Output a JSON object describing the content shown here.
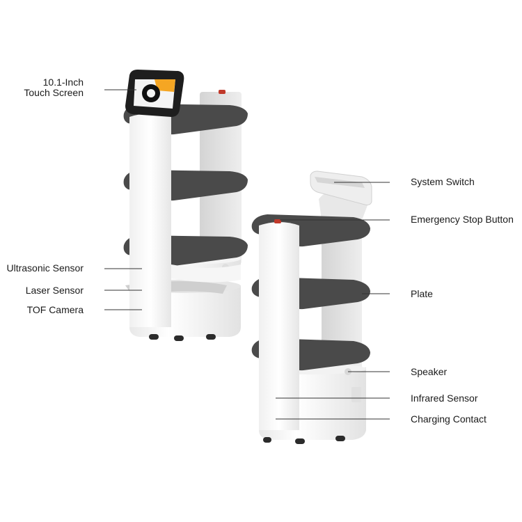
{
  "labels": {
    "touch_screen": [
      "10.1-Inch",
      "Touch Screen"
    ],
    "ultrasonic_sensor": "Ultrasonic Sensor",
    "laser_sensor": "Laser Sensor",
    "tof_camera": "TOF Camera",
    "system_switch": "System Switch",
    "emergency_stop": "Emergency Stop Button",
    "plate": "Plate",
    "speaker": "Speaker",
    "infrared_sensor": "Infrared Sensor",
    "charging_contact": "Charging Contact"
  },
  "colors": {
    "body": "#f2f2f2",
    "body_shadow": "#dcdcdc",
    "tray": "#4a4a4a",
    "tray_top": "#5c5c5c",
    "screen_bezel": "#1e1e1e",
    "screen_accent": "#f5a623",
    "stop_button": "#c0392b",
    "sensor_dark": "#2b2b2b"
  }
}
